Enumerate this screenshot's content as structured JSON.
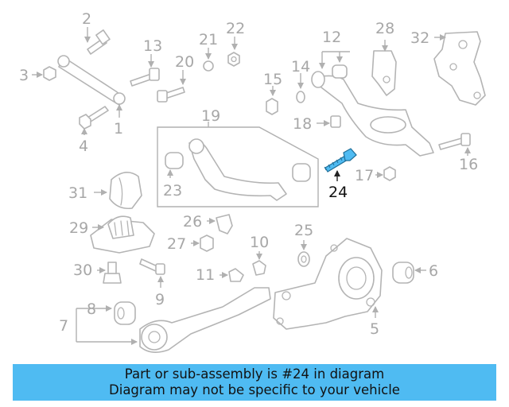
{
  "callouts": {
    "c1": "1",
    "c2": "2",
    "c3": "3",
    "c4": "4",
    "c5": "5",
    "c6": "6",
    "c7": "7",
    "c8": "8",
    "c9": "9",
    "c10": "10",
    "c11": "11",
    "c12": "12",
    "c13": "13",
    "c14": "14",
    "c15": "15",
    "c16": "16",
    "c17": "17",
    "c18": "18",
    "c19": "19",
    "c20": "20",
    "c21": "21",
    "c22": "22",
    "c23": "23",
    "c24": "24",
    "c25": "25",
    "c26": "26",
    "c27": "27",
    "c28": "28",
    "c29": "29",
    "c30": "30",
    "c31": "31",
    "c32": "32"
  },
  "highlight": {
    "callout": "24",
    "color": "#4fbbf2"
  },
  "banner": {
    "line1": "Part or sub-assembly is #24 in diagram",
    "line2": "Diagram may not be specific to your vehicle",
    "color": "#4fbbf2"
  }
}
